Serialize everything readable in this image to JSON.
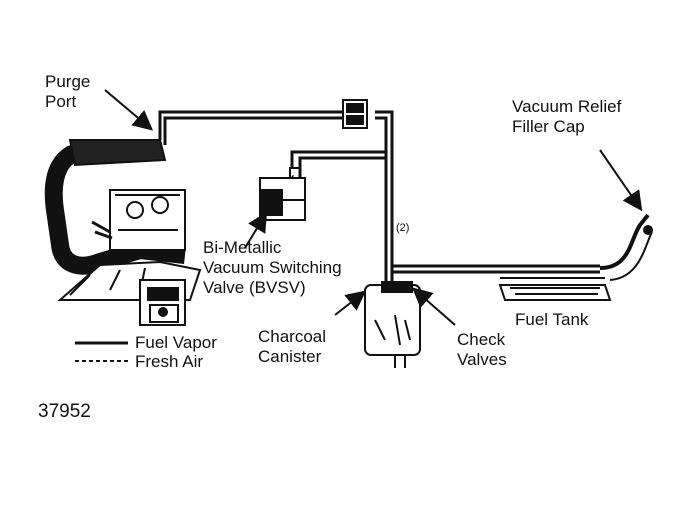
{
  "labels": {
    "purge_port": [
      "Purge",
      "Port"
    ],
    "vacuum_relief": [
      "Vacuum Relief",
      "Filler Cap"
    ],
    "bvsv": [
      "Bi-Metallic",
      "Vacuum Switching",
      "Valve (BVSV)"
    ],
    "charcoal_canister": [
      "Charcoal",
      "Canister"
    ],
    "check_valves": [
      "Check",
      "Valves"
    ],
    "fuel_tank": "Fuel Tank",
    "line_marker": "(2)",
    "figure_number": "37952"
  },
  "legend": {
    "fuel_vapor": "Fuel Vapor",
    "fresh_air": "Fresh Air"
  },
  "colors": {
    "ink": "#111111",
    "background": "#ffffff"
  }
}
